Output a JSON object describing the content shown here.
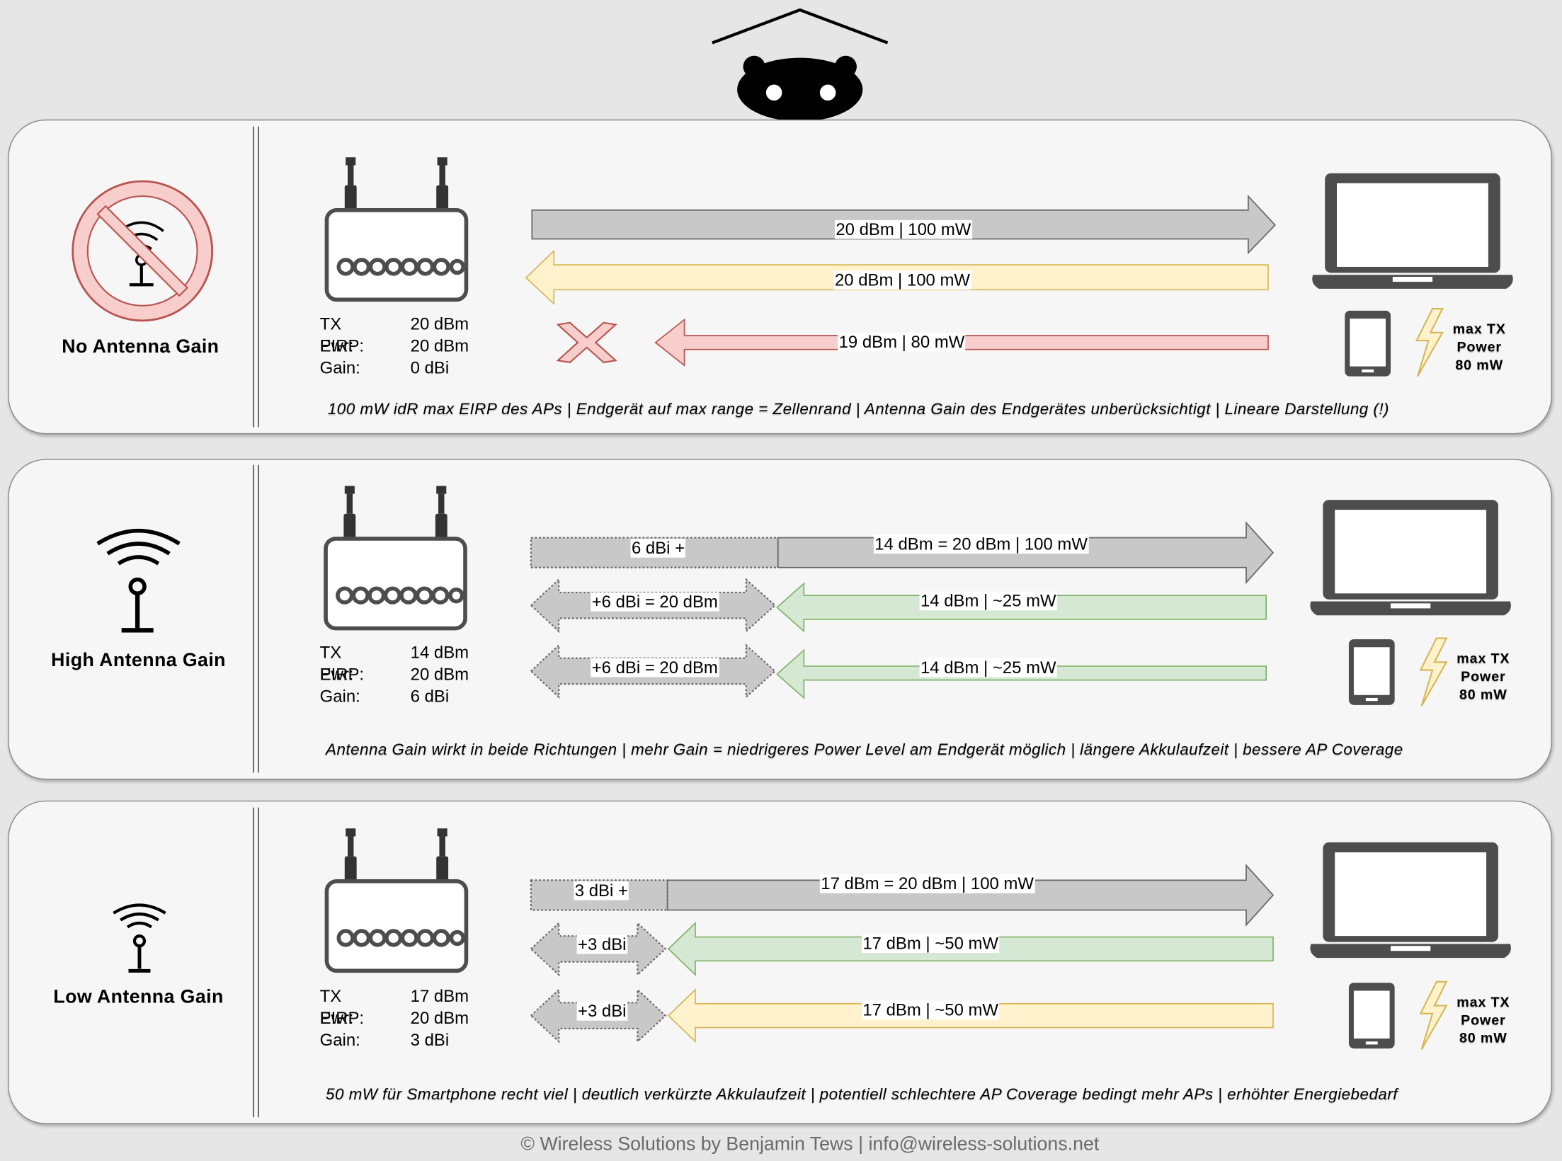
{
  "panels": [
    {
      "title": "No Antenna Gain",
      "specs": [
        {
          "label": "TX Pwr:",
          "value": "20 dBm"
        },
        {
          "label": "EIRP:",
          "value": "20 dBm"
        },
        {
          "label": "Gain:",
          "value": "0 dBi"
        }
      ],
      "arrows": [
        "20 dBm | 100 mW",
        "20 dBm | 100 mW",
        "19 dBm | 80 mW"
      ],
      "max_tx": [
        "max TX",
        "Power",
        "80 mW"
      ],
      "note": "100 mW idR max EIRP des APs | Endgerät auf max range = Zellenrand | Antenna Gain des Endgerätes unberücksichtigt | Lineare Darstellung (!)"
    },
    {
      "title": "High Antenna Gain",
      "specs": [
        {
          "label": "TX Pwr:",
          "value": "14 dBm"
        },
        {
          "label": "EIRP:",
          "value": "20 dBm"
        },
        {
          "label": "Gain:",
          "value": "6 dBi"
        }
      ],
      "gain_label": "6 dBi +",
      "arrows": [
        "14 dBm = 20 dBm | 100 mW",
        "14 dBm | ~25 mW",
        "14 dBm | ~25 mW"
      ],
      "gain_arrows": [
        "+6 dBi = 20 dBm",
        "+6 dBi = 20 dBm"
      ],
      "max_tx": [
        "max TX",
        "Power",
        "80 mW"
      ],
      "note": "Antenna Gain wirkt in beide Richtungen | mehr Gain = niedrigeres Power Level am Endgerät möglich | längere Akkulaufzeit | bessere AP Coverage"
    },
    {
      "title": "Low Antenna Gain",
      "specs": [
        {
          "label": "TX Pwr:",
          "value": "17 dBm"
        },
        {
          "label": "EIRP:",
          "value": "20 dBm"
        },
        {
          "label": "Gain:",
          "value": "3 dBi"
        }
      ],
      "gain_label": "3 dBi +",
      "arrows": [
        "17 dBm = 20 dBm | 100 mW",
        "17 dBm | ~50 mW",
        "17 dBm | ~50 mW"
      ],
      "gain_arrows": [
        "+3 dBi",
        "+3 dBi"
      ],
      "max_tx": [
        "max TX",
        "Power",
        "80 mW"
      ],
      "note": "50 mW für Smartphone recht viel | deutlich verkürzte Akkulaufzeit | potentiell schlechtere AP Coverage bedingt mehr APs | erhöhter Energiebedarf"
    }
  ],
  "footer": "© Wireless Solutions by Benjamin Tews | info@wireless-solutions.net",
  "colors": {
    "gray_arrow": "#c8c8c8",
    "yellow_arrow": "#fff2cc",
    "yellow_border": "#d6b656",
    "red_arrow": "#f8cecc",
    "red_border": "#b85450",
    "green_arrow": "#d5e8d4",
    "green_border": "#82b366",
    "device": "#4d4d4d"
  }
}
